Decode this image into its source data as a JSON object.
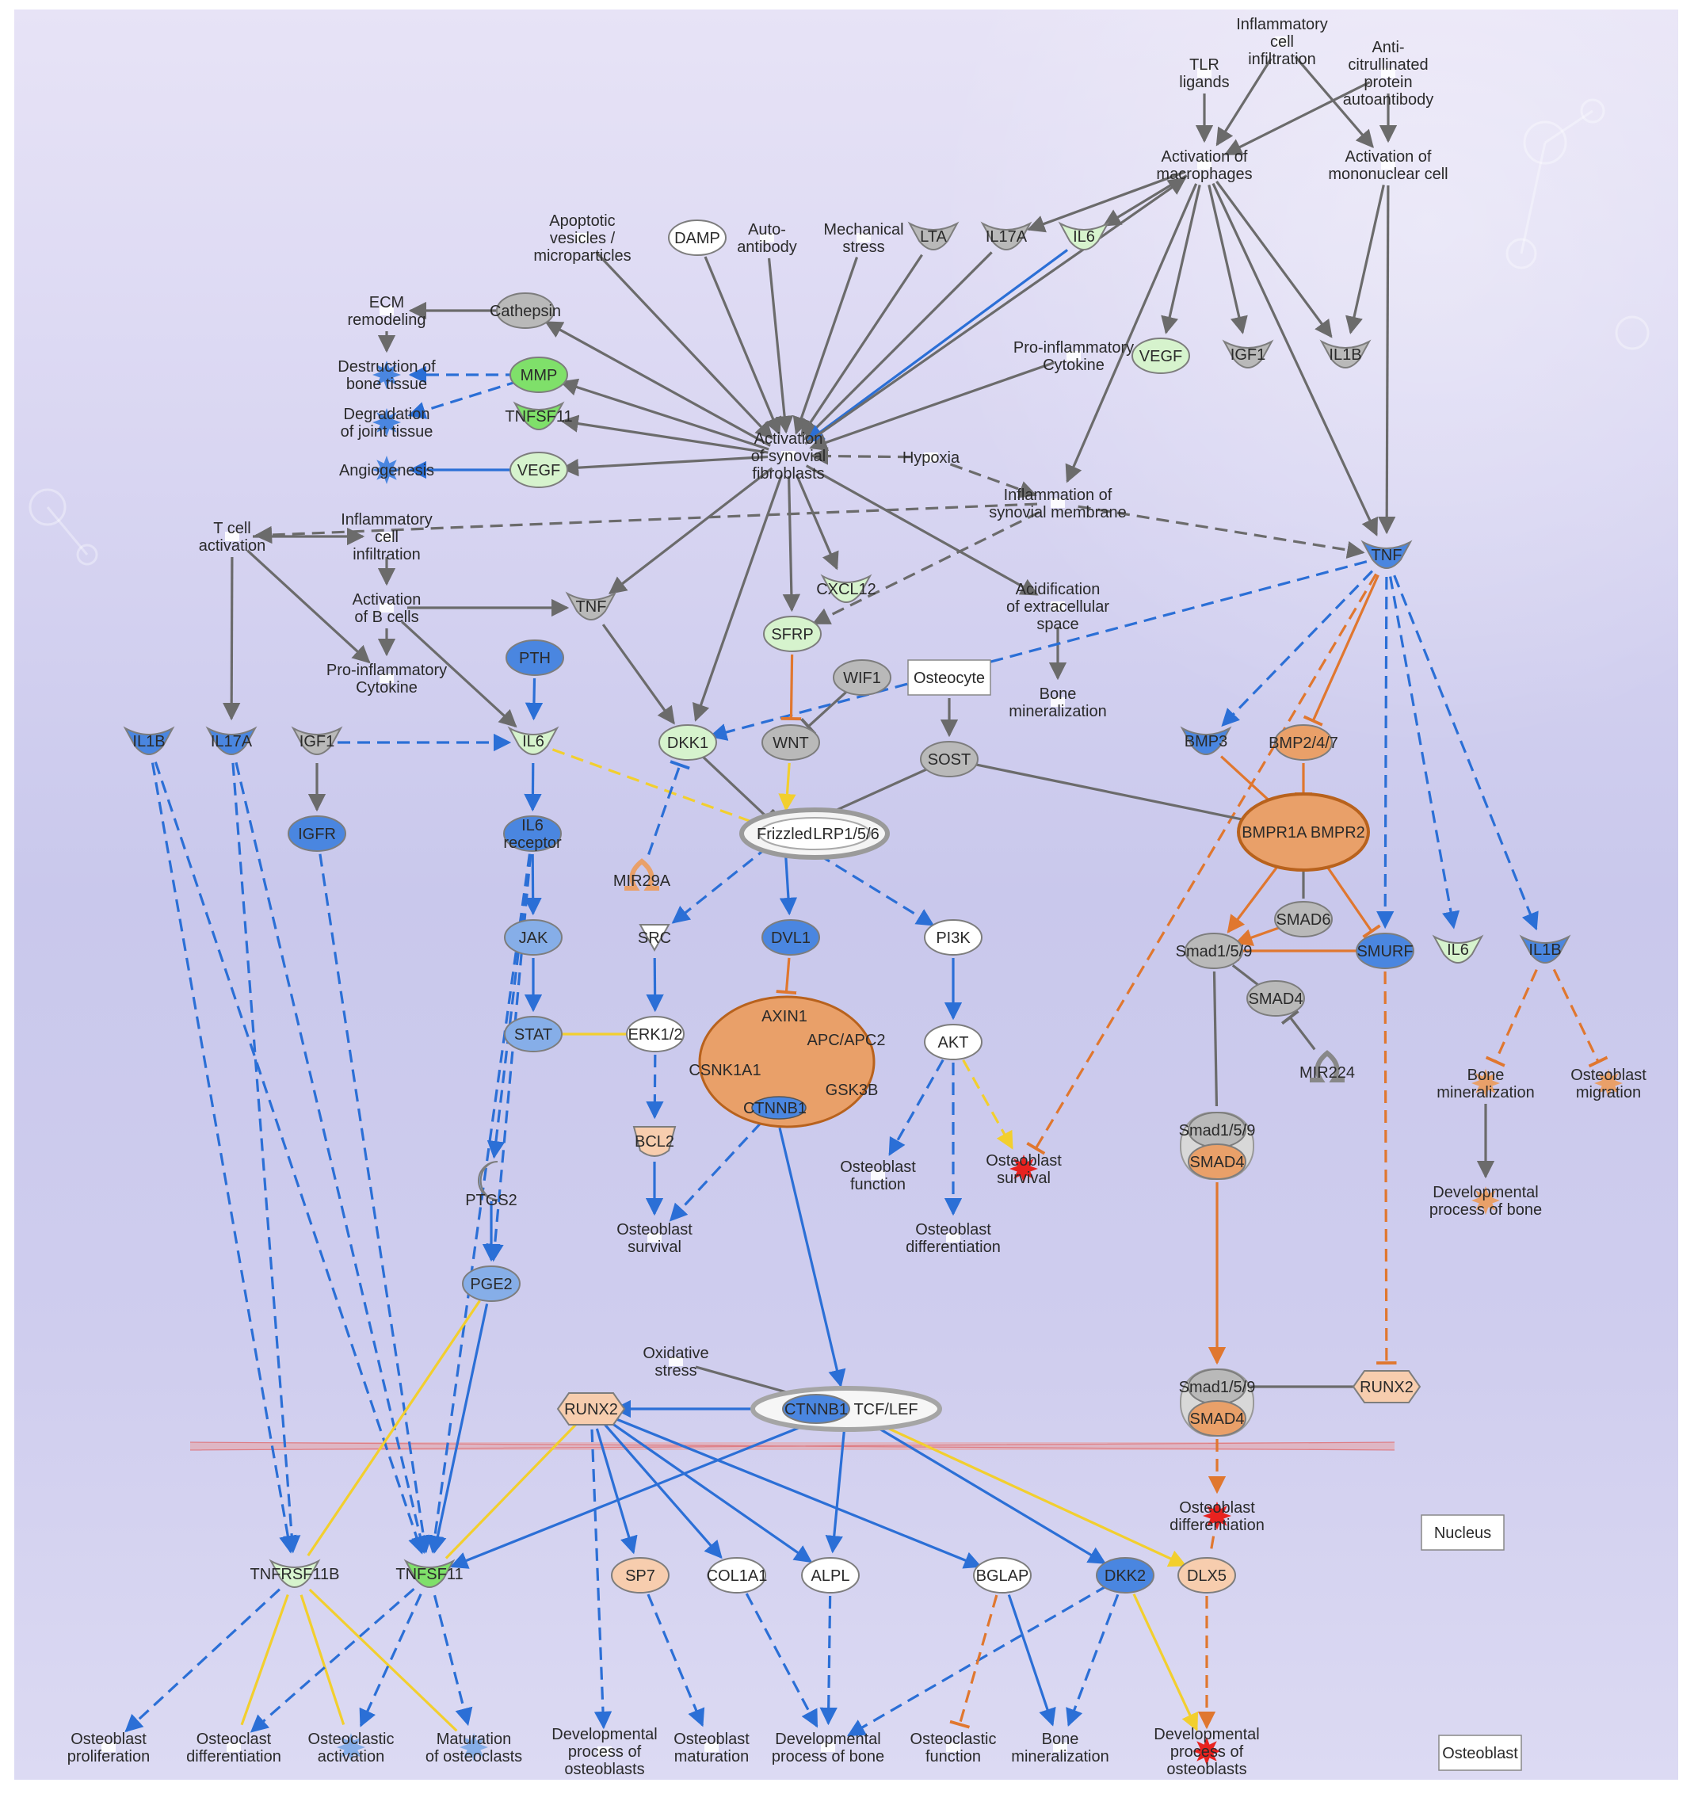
{
  "colors": {
    "grey": "#6b6b6b",
    "blue": "#2b6fd6",
    "orange": "#e0772f",
    "yellow": "#f2cf2e",
    "nodeGrey": "#b9b9b9",
    "nodeBlue": "#4a86e0",
    "nodeLightBlue": "#86aee8",
    "nodeOrange": "#e9a069",
    "nodePeach": "#f7cdae",
    "nodeRed": "#e8221f",
    "nodeGreen": "#7fe06a",
    "nodePaleGreen": "#d6f3cd",
    "nodeWhite": "#ffffff"
  },
  "nodes": {
    "inflam_cell_infiltration_top": {
      "label": [
        "Inflammatory",
        "cell",
        "infiltration"
      ]
    },
    "tlr_ligands": {
      "label": [
        "TLR",
        "ligands"
      ]
    },
    "anti_citrullinated": {
      "label": [
        "Anti-",
        "citrullinated",
        "protein",
        "autoantibody"
      ]
    },
    "activation_macrophages": {
      "label": [
        "Activation of",
        "macrophages"
      ]
    },
    "activation_mononuclear": {
      "label": [
        "Activation of",
        "mononuclear cell"
      ]
    },
    "apoptotic_vesicles": {
      "label": [
        "Apoptotic",
        "vesicles /",
        "microparticles"
      ]
    },
    "damp": {
      "label": [
        "DAMP"
      ]
    },
    "auto_antibody": {
      "label": [
        "Auto-",
        "antibody"
      ]
    },
    "mechanical_stress": {
      "label": [
        "Mechanical",
        "stress"
      ]
    },
    "lta": {
      "label": [
        "LTA"
      ]
    },
    "il17a_top": {
      "label": [
        "IL17A"
      ]
    },
    "il6_top": {
      "label": [
        "IL6"
      ]
    },
    "ecm_remodeling": {
      "label": [
        "ECM",
        "remodeling"
      ]
    },
    "cathepsin": {
      "label": [
        "Cathepsin"
      ]
    },
    "destruction_bone": {
      "label": [
        "Destruction of",
        "bone tissue"
      ]
    },
    "mmp": {
      "label": [
        "MMP"
      ]
    },
    "degradation_joint": {
      "label": [
        "Degradation",
        "of joint tissue"
      ]
    },
    "tnfsf11_top": {
      "label": [
        "TNFSF11"
      ]
    },
    "pro_inflam_cytokine_top": {
      "label": [
        "Pro-inflammatory",
        "Cytokine"
      ]
    },
    "vegf_right": {
      "label": [
        "VEGF"
      ]
    },
    "igf1_right": {
      "label": [
        "IGF1"
      ]
    },
    "il1b_right": {
      "label": [
        "IL1B"
      ]
    },
    "activation_synovial": {
      "label": [
        "Activation",
        "of synovial",
        "fibroblasts"
      ]
    },
    "hypoxia": {
      "label": [
        "Hypoxia"
      ]
    },
    "angiogenesis": {
      "label": [
        "Angiogenesis"
      ]
    },
    "vegf_left": {
      "label": [
        "VEGF"
      ]
    },
    "inflammation_synovial": {
      "label": [
        "Inflammation of",
        "synovial membrane"
      ]
    },
    "t_cell_activation": {
      "label": [
        "T cell",
        "activation"
      ]
    },
    "inflam_cell_infiltration_mid": {
      "label": [
        "Inflammatory",
        "cell",
        "infiltration"
      ]
    },
    "tnf_right": {
      "label": [
        "TNF"
      ]
    },
    "activation_b_cells": {
      "label": [
        "Activation",
        "of B cells"
      ]
    },
    "tnf_mid": {
      "label": [
        "TNF"
      ]
    },
    "cxcl12": {
      "label": [
        "CXCL12"
      ]
    },
    "acidification": {
      "label": [
        "Acidification",
        "of extracellular",
        "space"
      ]
    },
    "sfrp": {
      "label": [
        "SFRP"
      ]
    },
    "pth": {
      "label": [
        "PTH"
      ]
    },
    "wif1": {
      "label": [
        "WIF1"
      ]
    },
    "osteocyte": {
      "label": [
        "Osteocyte"
      ]
    },
    "bone_mineralization_mid": {
      "label": [
        "Bone",
        "mineralization"
      ]
    },
    "pro_inflam_cytokine_left": {
      "label": [
        "Pro-inflammatory",
        "Cytokine"
      ]
    },
    "il1b_left": {
      "label": [
        "IL1B"
      ]
    },
    "il17a_left": {
      "label": [
        "IL17A"
      ]
    },
    "igf1_left": {
      "label": [
        "IGF1"
      ]
    },
    "il6_left": {
      "label": [
        "IL6"
      ]
    },
    "dkk1": {
      "label": [
        "DKK1"
      ]
    },
    "wnt": {
      "label": [
        "WNT"
      ]
    },
    "sost": {
      "label": [
        "SOST"
      ]
    },
    "bmp3": {
      "label": [
        "BMP3"
      ]
    },
    "bmp247": {
      "label": [
        "BMP2/4/7"
      ]
    },
    "igfr": {
      "label": [
        "IGFR"
      ]
    },
    "il6_receptor": {
      "label": [
        "IL6",
        "receptor"
      ]
    },
    "frizzled": {
      "label": [
        "Frizzled"
      ]
    },
    "lrp156": {
      "label": [
        "LRP1/5/6"
      ]
    },
    "mir29a": {
      "label": [
        "MIR29A"
      ]
    },
    "bmpr": {
      "label": [
        "BMPR1A BMPR2"
      ]
    },
    "smad6": {
      "label": [
        "SMAD6"
      ]
    },
    "jak": {
      "label": [
        "JAK"
      ]
    },
    "src": {
      "label": [
        "SRC"
      ]
    },
    "dvl1": {
      "label": [
        "DVL1"
      ]
    },
    "pi3k": {
      "label": [
        "PI3K"
      ]
    },
    "smad159_top": {
      "label": [
        "Smad1/5/9"
      ]
    },
    "smurf": {
      "label": [
        "SMURF"
      ]
    },
    "il6_far": {
      "label": [
        "IL6"
      ]
    },
    "il1b_far": {
      "label": [
        "IL1B"
      ]
    },
    "stat": {
      "label": [
        "STAT"
      ]
    },
    "erk12": {
      "label": [
        "ERK1/2"
      ]
    },
    "axin1": {
      "label": [
        "AXIN1"
      ]
    },
    "apc": {
      "label": [
        "APC/APC2"
      ]
    },
    "csnk1a1": {
      "label": [
        "CSNK1A1"
      ]
    },
    "gsk3b": {
      "label": [
        "GSK3B"
      ]
    },
    "ctnnb1_complex": {
      "label": [
        "CTNNB1"
      ]
    },
    "akt": {
      "label": [
        "AKT"
      ]
    },
    "smad4_mid": {
      "label": [
        "SMAD4"
      ]
    },
    "mir224": {
      "label": [
        "MIR224"
      ]
    },
    "bone_mineralization_right": {
      "label": [
        "Bone",
        "mineralization"
      ]
    },
    "osteoblast_migration": {
      "label": [
        "Osteoblast",
        "migration"
      ]
    },
    "bcl2": {
      "label": [
        "BCL2"
      ]
    },
    "ptgs2": {
      "label": [
        "PTGS2"
      ]
    },
    "osteoblast_function": {
      "label": [
        "Osteoblast",
        "function"
      ]
    },
    "osteoblast_survival_red": {
      "label": [
        "Osteoblast",
        "survival"
      ]
    },
    "smad_complex_mid_smad": {
      "label": [
        "Smad1/5/9"
      ]
    },
    "smad_complex_mid_smad4": {
      "label": [
        "SMAD4"
      ]
    },
    "developmental_bone_right": {
      "label": [
        "Developmental",
        "process of bone"
      ]
    },
    "osteoblast_survival": {
      "label": [
        "Osteoblast",
        "survival"
      ]
    },
    "osteoblast_differentiation_mid": {
      "label": [
        "Osteoblast",
        "differentiation"
      ]
    },
    "pge2": {
      "label": [
        "PGE2"
      ]
    },
    "oxidative_stress": {
      "label": [
        "Oxidative",
        "stress"
      ]
    },
    "runx2_left": {
      "label": [
        "RUNX2"
      ]
    },
    "ctnnb1_tcf": {
      "label": [
        "CTNNB1",
        "TCF/LEF"
      ]
    },
    "smad_complex_bot_smad": {
      "label": [
        "Smad1/5/9"
      ]
    },
    "smad_complex_bot_smad4": {
      "label": [
        "SMAD4"
      ]
    },
    "runx2_right": {
      "label": [
        "RUNX2"
      ]
    },
    "osteoblast_differentiation_red": {
      "label": [
        "Osteoblast",
        "differentiation"
      ]
    },
    "nucleus": {
      "label": [
        "Nucleus"
      ]
    },
    "tnfrsf11b": {
      "label": [
        "TNFRSF11B"
      ]
    },
    "tnfsf11_bot": {
      "label": [
        "TNFSF11"
      ]
    },
    "sp7": {
      "label": [
        "SP7"
      ]
    },
    "col1a1": {
      "label": [
        "COL1A1"
      ]
    },
    "alpl": {
      "label": [
        "ALPL"
      ]
    },
    "bglap": {
      "label": [
        "BGLAP"
      ]
    },
    "dkk2": {
      "label": [
        "DKK2"
      ]
    },
    "dlx5": {
      "label": [
        "DLX5"
      ]
    },
    "osteoblast_proliferation": {
      "label": [
        "Osteoblast",
        "proliferation"
      ]
    },
    "osteoclast_differentiation": {
      "label": [
        "Osteoclast",
        "differentiation"
      ]
    },
    "osteoclastic_activation": {
      "label": [
        "Osteoclastic",
        "activation"
      ]
    },
    "maturation_osteoclasts": {
      "label": [
        "Maturation",
        "of osteoclasts"
      ]
    },
    "developmental_osteoblasts_left": {
      "label": [
        "Developmental",
        "process of",
        "osteoblasts"
      ]
    },
    "osteoblast_maturation": {
      "label": [
        "Osteoblast",
        "maturation"
      ]
    },
    "developmental_bone_bot": {
      "label": [
        "Developmental",
        "process of bone"
      ]
    },
    "osteoclastic_function": {
      "label": [
        "Osteoclastic",
        "function"
      ]
    },
    "bone_mineralization_bot": {
      "label": [
        "Bone",
        "mineralization"
      ]
    },
    "developmental_osteoblasts_red": {
      "label": [
        "Developmental",
        "process of",
        "osteoblasts"
      ]
    },
    "osteoblast_box": {
      "label": [
        "Osteoblast"
      ]
    }
  }
}
